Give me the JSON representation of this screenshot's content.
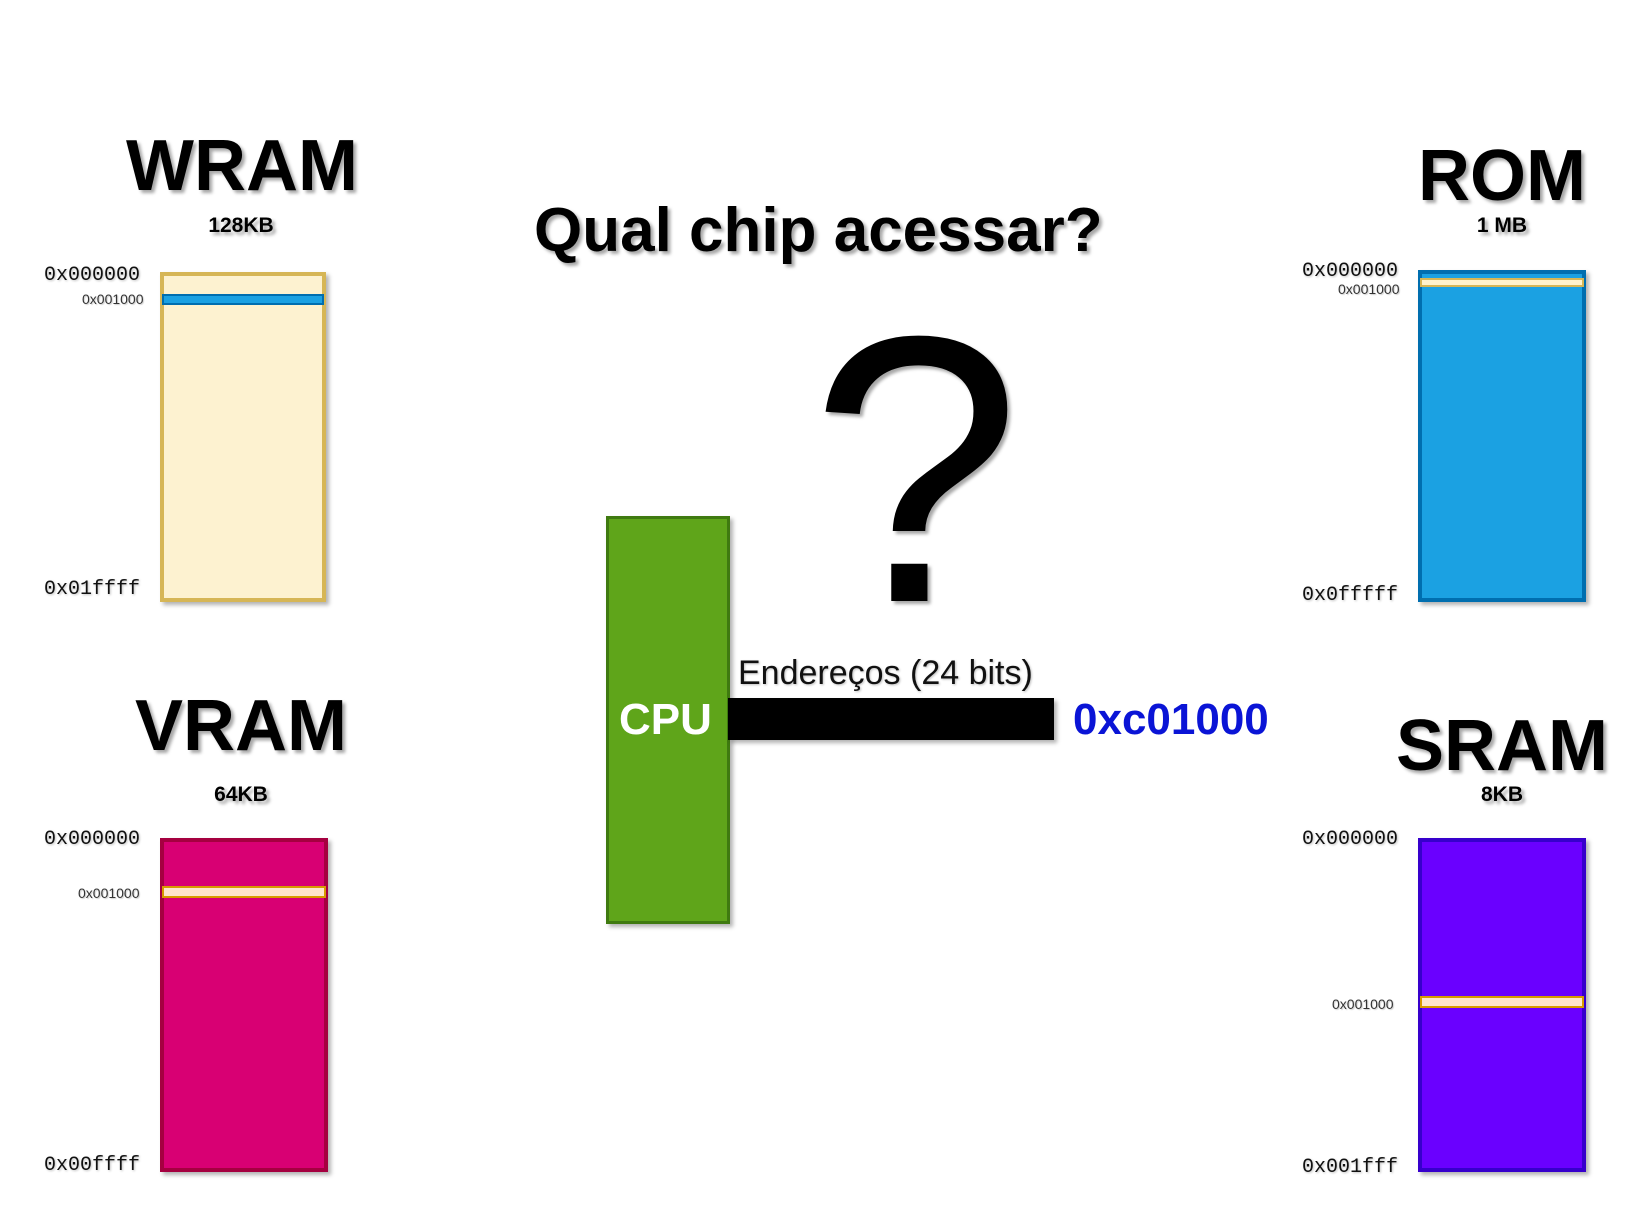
{
  "title": "Qual chip acessar?",
  "question_mark": "?",
  "cpu": {
    "label": "CPU",
    "color": "#5fa51a"
  },
  "bus": {
    "label": "Endereços (24 bits)",
    "address": "0xc01000",
    "address_color": "#0a14d6"
  },
  "chips": {
    "wram": {
      "name": "WRAM",
      "size": "128KB",
      "addr_start": "0x000000",
      "addr_marker": "0x001000",
      "addr_end": "0x01ffff",
      "fill_color": "#fdf2d0",
      "border_color": "#d6b656",
      "marker_fill": "#1ba1e2",
      "marker_border": "#006eaf"
    },
    "vram": {
      "name": "VRAM",
      "size": "64KB",
      "addr_start": "0x000000",
      "addr_marker": "0x001000",
      "addr_end": "0x00ffff",
      "fill_color": "#d80073",
      "border_color": "#a50040",
      "marker_fill": "#ffe6cc",
      "marker_border": "#d79b00"
    },
    "rom": {
      "name": "ROM",
      "size": "1 MB",
      "addr_start": "0x000000",
      "addr_marker": "0x001000",
      "addr_end": "0x0fffff",
      "fill_color": "#1ba1e2",
      "border_color": "#006eaf",
      "marker_fill": "#fff2cc",
      "marker_border": "#d6b656"
    },
    "sram": {
      "name": "SRAM",
      "size": "8KB",
      "addr_start": "0x000000",
      "addr_marker": "0x001000",
      "addr_end": "0x001fff",
      "fill_color": "#6a00ff",
      "border_color": "#3700cc",
      "marker_fill": "#ffe6cc",
      "marker_border": "#d79b00"
    }
  }
}
